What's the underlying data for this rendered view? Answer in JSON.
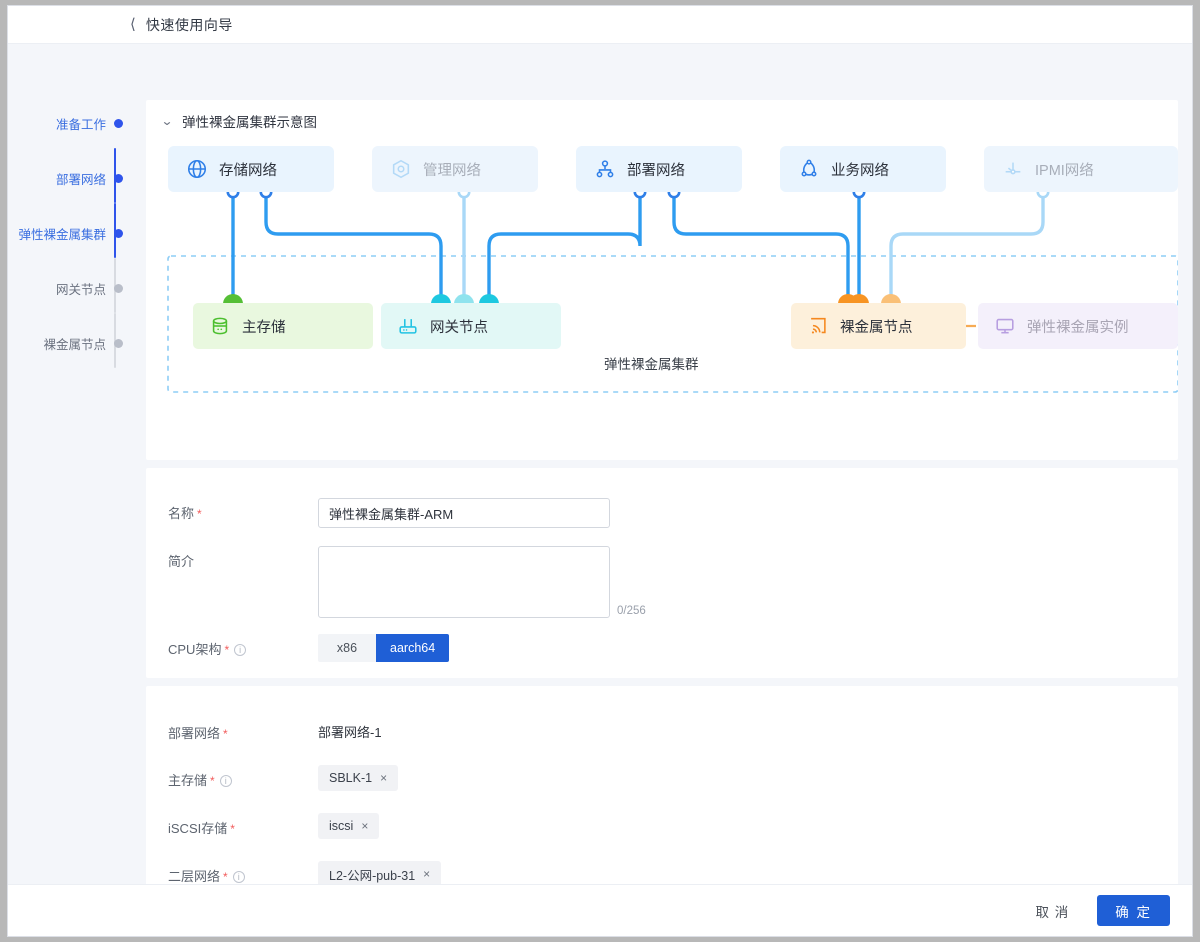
{
  "header": {
    "back_icon": "chevron-left-icon",
    "title": "快速使用向导"
  },
  "steps": [
    {
      "label": "准备工作",
      "state": "active"
    },
    {
      "label": "部署网络",
      "state": "active"
    },
    {
      "label": "弹性裸金属集群",
      "state": "active"
    },
    {
      "label": "网关节点",
      "state": "idle"
    },
    {
      "label": "裸金属节点",
      "state": "idle"
    }
  ],
  "diagram": {
    "section_title": "弹性裸金属集群示意图",
    "caret_icon": "chevron-down-icon",
    "cluster_caption": "弹性裸金属集群",
    "networks": [
      {
        "label": "存储网络",
        "icon": "globe-icon",
        "dim": false
      },
      {
        "label": "管理网络",
        "icon": "hexagon-icon",
        "dim": true
      },
      {
        "label": "部署网络",
        "icon": "sitemap-icon",
        "dim": false
      },
      {
        "label": "业务网络",
        "icon": "triangle-node-icon",
        "dim": false
      },
      {
        "label": "IPMI网络",
        "icon": "ipmi-icon",
        "dim": true
      }
    ],
    "nodes": [
      {
        "label": "主存储",
        "icon": "database-icon"
      },
      {
        "label": "网关节点",
        "icon": "router-icon"
      },
      {
        "label": "裸金属节点",
        "icon": "signal-icon"
      },
      {
        "label": "弹性裸金属实例",
        "icon": "monitor-icon"
      }
    ]
  },
  "basic": {
    "name_label": "名称",
    "name_value": "弹性裸金属集群-ARM",
    "desc_label": "简介",
    "desc_value": "",
    "desc_counter": "0/256",
    "cpu_label": "CPU架构",
    "cpu_options": [
      "x86",
      "aarch64"
    ],
    "cpu_selected": "aarch64"
  },
  "network": {
    "deploy_label": "部署网络",
    "deploy_value": "部署网络-1",
    "primary_storage_label": "主存储",
    "primary_storage_tag": "SBLK-1",
    "iscsi_label": "iSCSI存储",
    "iscsi_tag": "iscsi",
    "l2_label": "二层网络",
    "l2_tag": "L2-公网-pub-31",
    "tag_close_icon": "×"
  },
  "footer": {
    "cancel_label": "取 消",
    "confirm_label": "确 定"
  },
  "colors": {
    "accent": "#1f5fd6",
    "step_active": "#2f54eb",
    "required": "#f25c5c",
    "link_blue": "#3b94ec",
    "link_light": "#9fd0f5",
    "storage_green": "#5ac43c",
    "gateway_cyan": "#1ec8e0",
    "baremetal_orange": "#f79423"
  }
}
